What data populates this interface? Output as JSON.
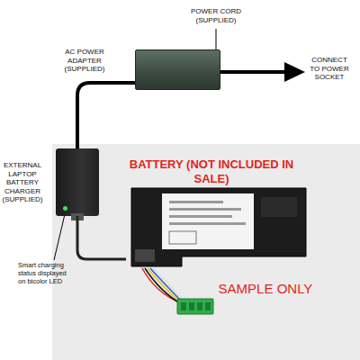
{
  "diagram": {
    "nodes": [
      {
        "text": [
          "AC POWER ADAPTER (SUPPLIED)"
        ]
      },
      {
        "text": [
          "EXTERNAL LAPTOP BATTERY CHARGER (SUPPLIED)"
        ]
      },
      {
        "text": [
          "BATTERY (NOT INCLUDED IN SALE)"
        ]
      }
    ],
    "edges": [
      {
        "from": 0,
        "to": 1,
        "arrow": "none"
      },
      {
        "from": 1,
        "to": 2,
        "arrow": "none"
      }
    ],
    "labels": [
      "POWER CORD (SUPPLIED)",
      "CONNECT TO POWER SOCKET",
      "Smart charging status displayed on bicolor LED",
      "SAMPLE ONLY"
    ]
  }
}
